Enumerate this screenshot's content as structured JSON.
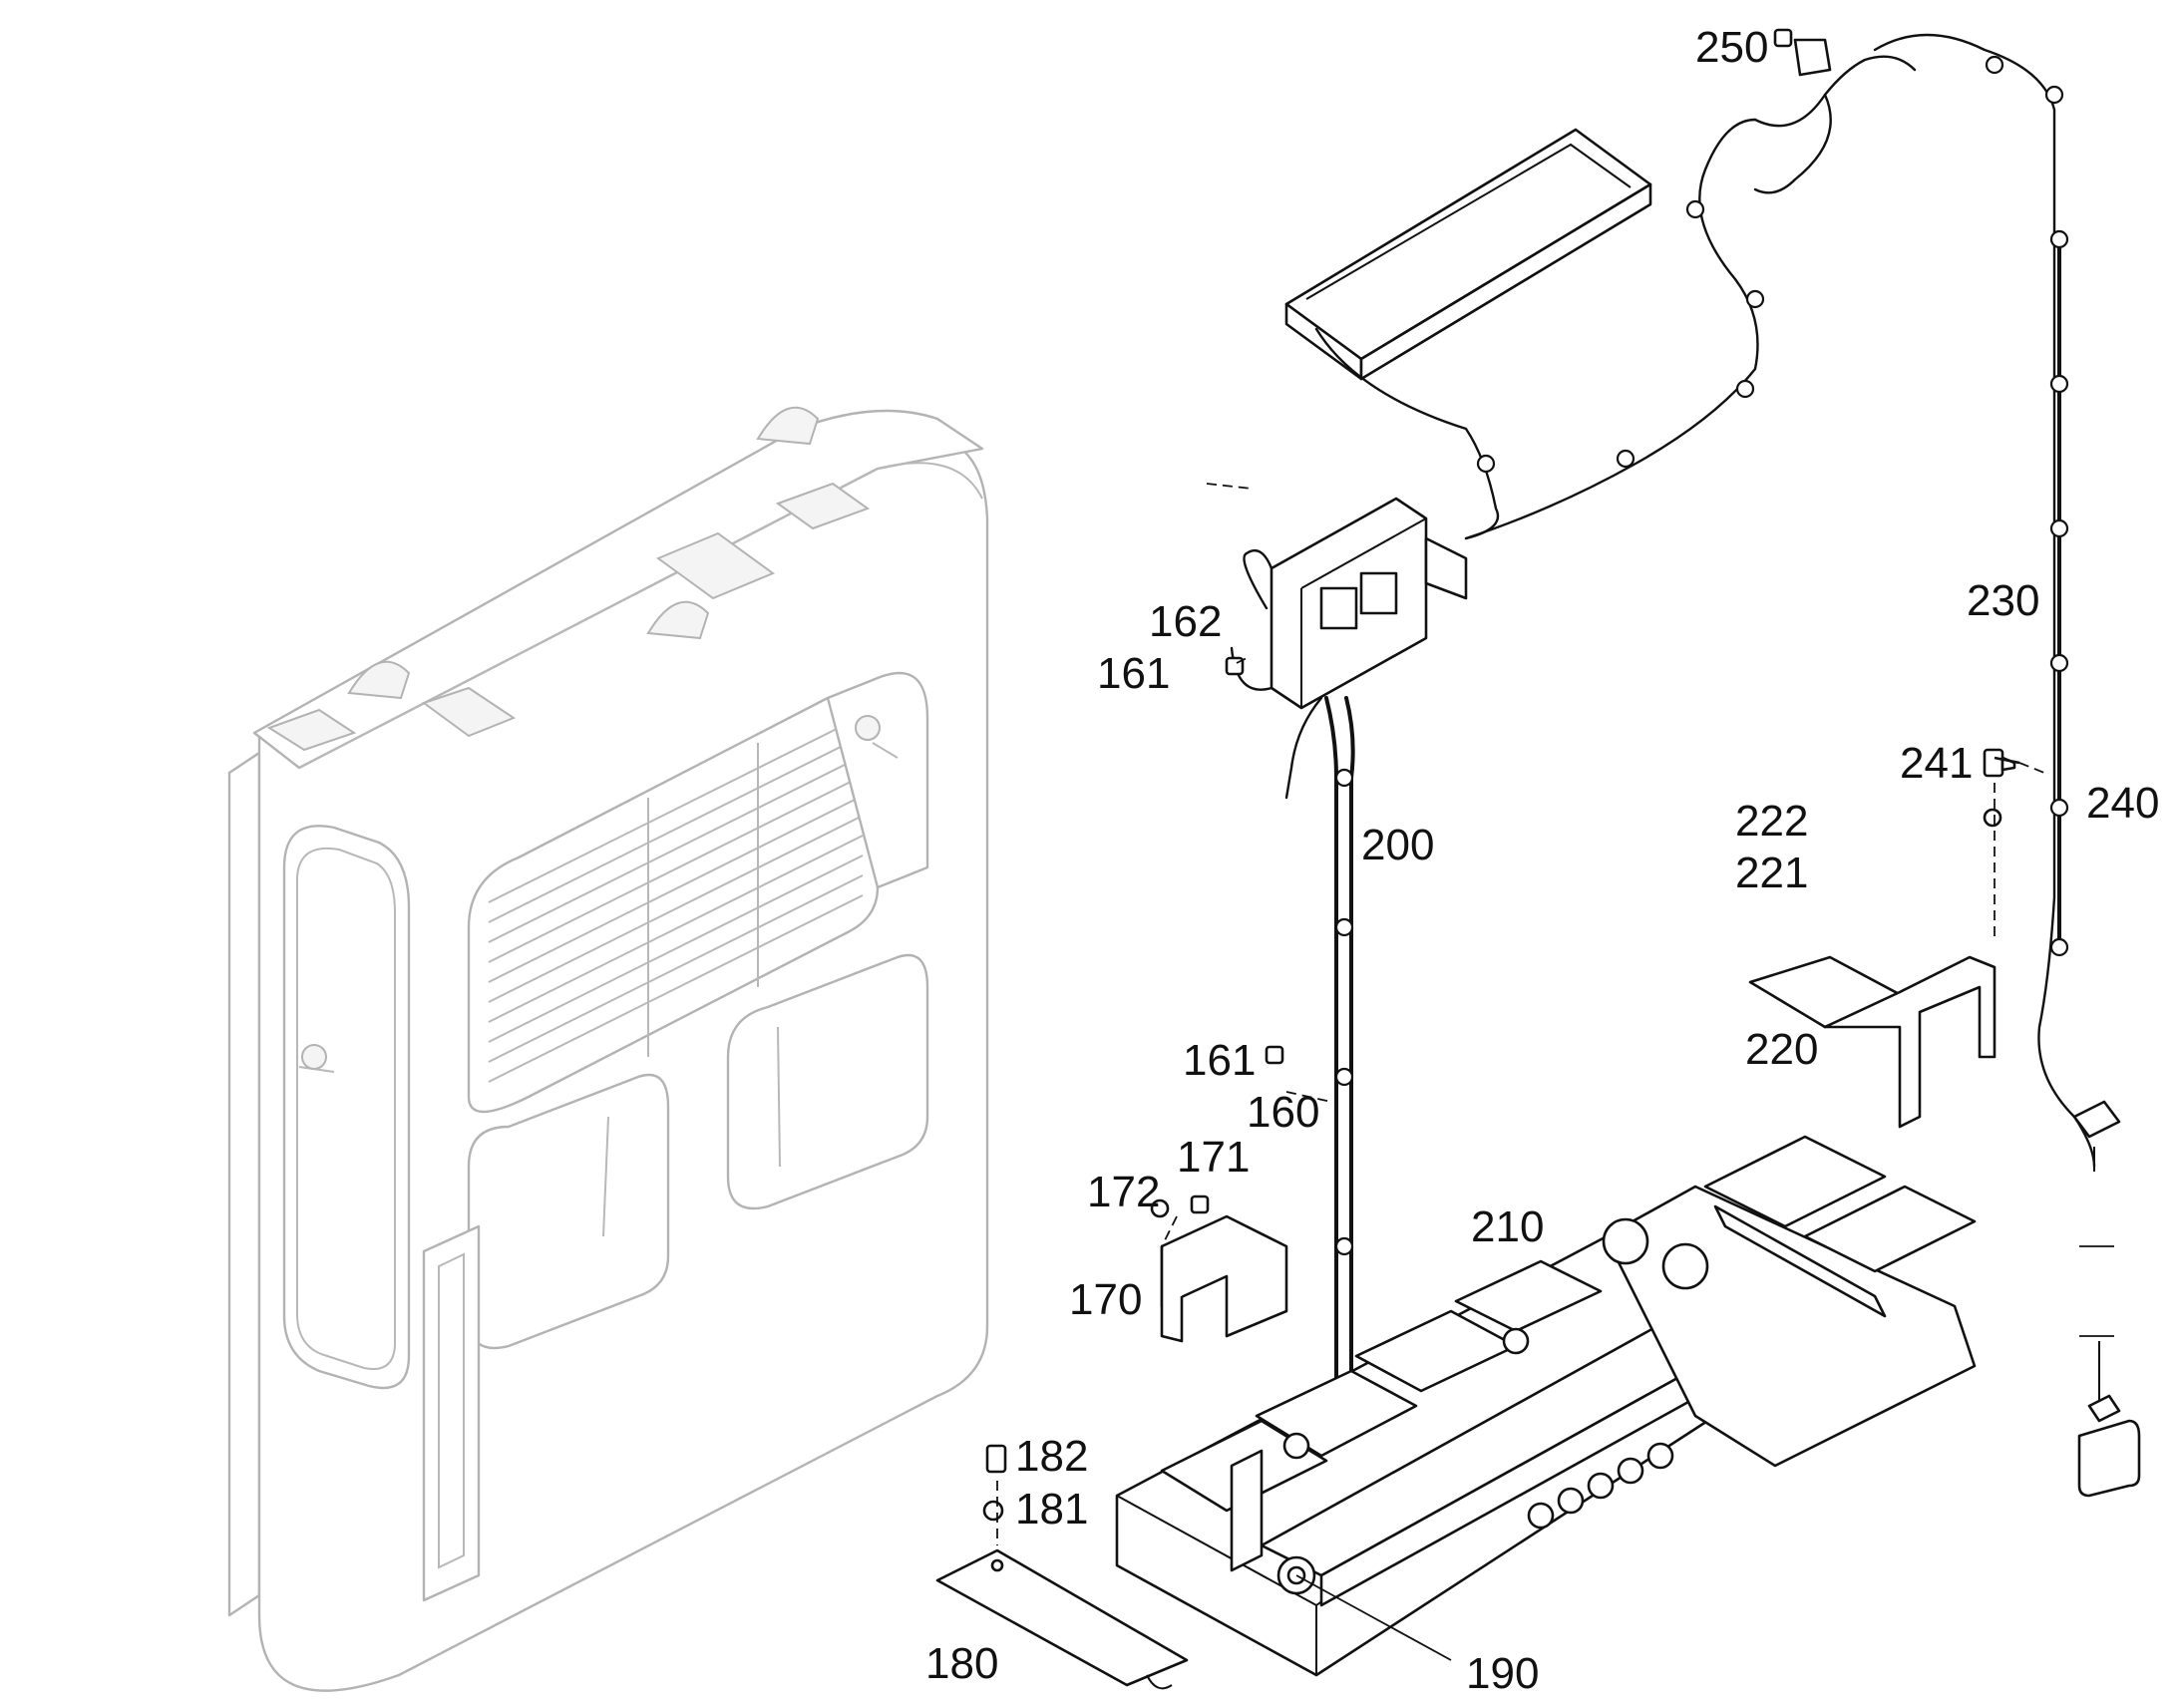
{
  "diagram": {
    "callouts": {
      "c250": "250",
      "c162": "162",
      "c161a": "161",
      "c230": "230",
      "c241": "241",
      "c240": "240",
      "c200": "200",
      "c222": "222",
      "c221": "221",
      "c220": "220",
      "c161b": "161",
      "c160": "160",
      "c171": "171",
      "c172": "172",
      "c210": "210",
      "c170": "170",
      "c182": "182",
      "c181": "181",
      "c180": "180",
      "c190": "190"
    },
    "colors": {
      "ink": "#111111",
      "ghost": "#b3b3b3",
      "background": "#ffffff"
    }
  }
}
